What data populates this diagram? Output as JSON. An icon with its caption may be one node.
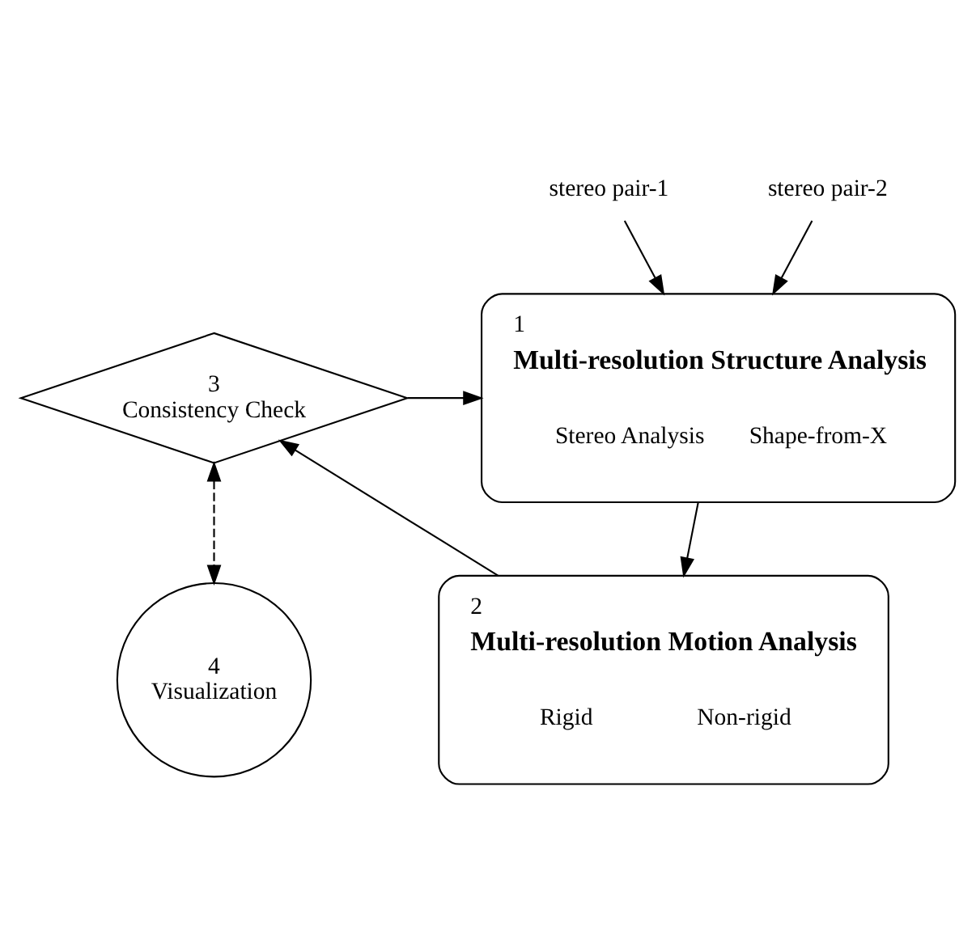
{
  "diagram": {
    "nodes": [
      {
        "text": [
          "stereo pair-1"
        ]
      },
      {
        "text": [
          "stereo pair-2"
        ]
      },
      {
        "text": [
          "1",
          "Multi-resolution Structure Analysis",
          "Stereo Analysis",
          "Shape-from-X"
        ]
      },
      {
        "text": [
          "2",
          "Multi-resolution Motion Analysis",
          "Rigid",
          "Non-rigid"
        ]
      },
      {
        "text": [
          "3",
          "Consistency Check"
        ]
      },
      {
        "text": [
          "4",
          "Visualization"
        ]
      }
    ],
    "edges": [
      {
        "from": 0,
        "to": 2,
        "arrow": "to"
      },
      {
        "from": 1,
        "to": 2,
        "arrow": "to"
      },
      {
        "from": 2,
        "to": 3,
        "arrow": "to"
      },
      {
        "from": 3,
        "to": 4,
        "arrow": "to"
      },
      {
        "from": 4,
        "to": 2,
        "arrow": "to"
      },
      {
        "from": 4,
        "to": 5,
        "arrow": "both",
        "style": "dashed"
      }
    ]
  }
}
